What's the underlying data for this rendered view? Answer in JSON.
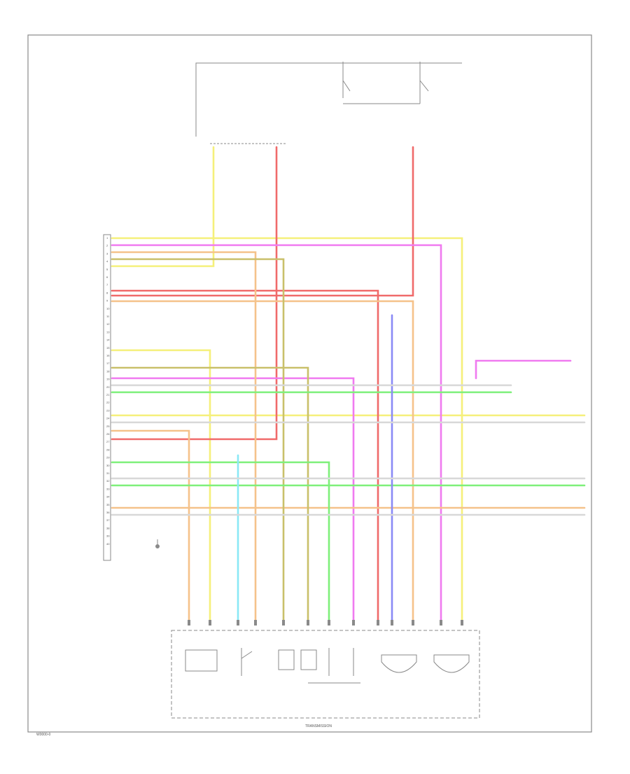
{
  "wire_colors": {
    "yellow": "#f5f07a",
    "red": "#f06a6a",
    "pink": "#f07af0",
    "orange": "#f5c28a",
    "olive": "#c9c06a",
    "green": "#7ef07a",
    "blue": "#8a8af5",
    "cyan": "#8ae8f5",
    "gray": "#d8d8d8",
    "frame": "#8a8a8a"
  },
  "connector_pins": [
    "1",
    "2",
    "3",
    "4",
    "5",
    "6",
    "7",
    "8",
    "9",
    "10",
    "11",
    "12",
    "13",
    "14",
    "15",
    "16",
    "17",
    "18",
    "19",
    "20",
    "21",
    "22",
    "23",
    "24",
    "25",
    "26",
    "27",
    "28",
    "29",
    "30",
    "31",
    "32",
    "33",
    "34",
    "35",
    "36",
    "37",
    "38",
    "39",
    "40"
  ],
  "page_code": "W0000-0",
  "transmission_label": "TRANSMISSION"
}
